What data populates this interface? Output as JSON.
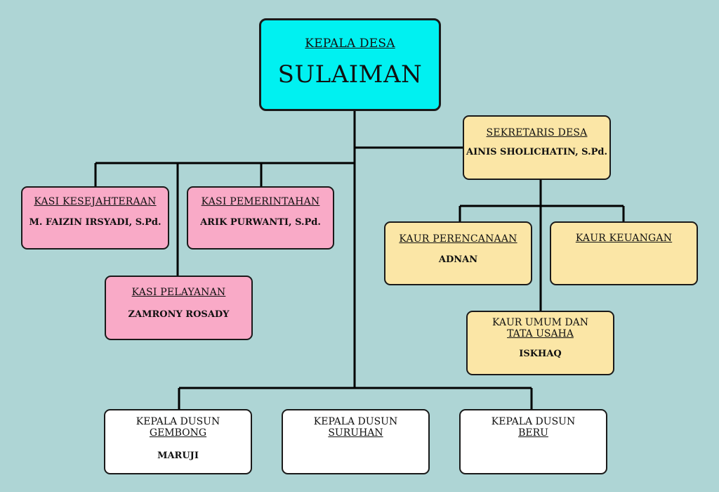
{
  "head": {
    "title": "KEPALA DESA",
    "name": "SULAIMAN"
  },
  "secretary": {
    "title": "SEKRETARIS DESA",
    "name": "AINIS SHOLICHATIN, S.Pd."
  },
  "kasi": [
    {
      "title": "KASI KESEJAHTERAAN",
      "name": "M. FAIZIN IRSYADI, S.Pd."
    },
    {
      "title": "KASI PEMERINTAHAN",
      "name": "ARIK PURWANTI, S.Pd."
    },
    {
      "title": "KASI PELAYANAN",
      "name": "ZAMRONY ROSADY"
    }
  ],
  "kaur": [
    {
      "title": "KAUR PERENCANAAN",
      "name": "ADNAN"
    },
    {
      "title": "KAUR KEUANGAN",
      "name": ""
    },
    {
      "title_line1": "KAUR UMUM DAN",
      "title_line2": "TATA USAHA",
      "name": "ISKHAQ"
    }
  ],
  "dusun": [
    {
      "line1": "KEPALA DUSUN",
      "line2": "GEMBONG",
      "name": "MARUJI"
    },
    {
      "line1": "KEPALA DUSUN",
      "line2": "SURUHAN",
      "name": ""
    },
    {
      "line1": "KEPALA DUSUN",
      "line2": "BERU",
      "name": ""
    }
  ],
  "colors": {
    "background": "#aed5d5",
    "head": "#00f1f1",
    "kasi": "#f9aac7",
    "kaur": "#fbe6a6",
    "dusun": "#ffffff"
  }
}
